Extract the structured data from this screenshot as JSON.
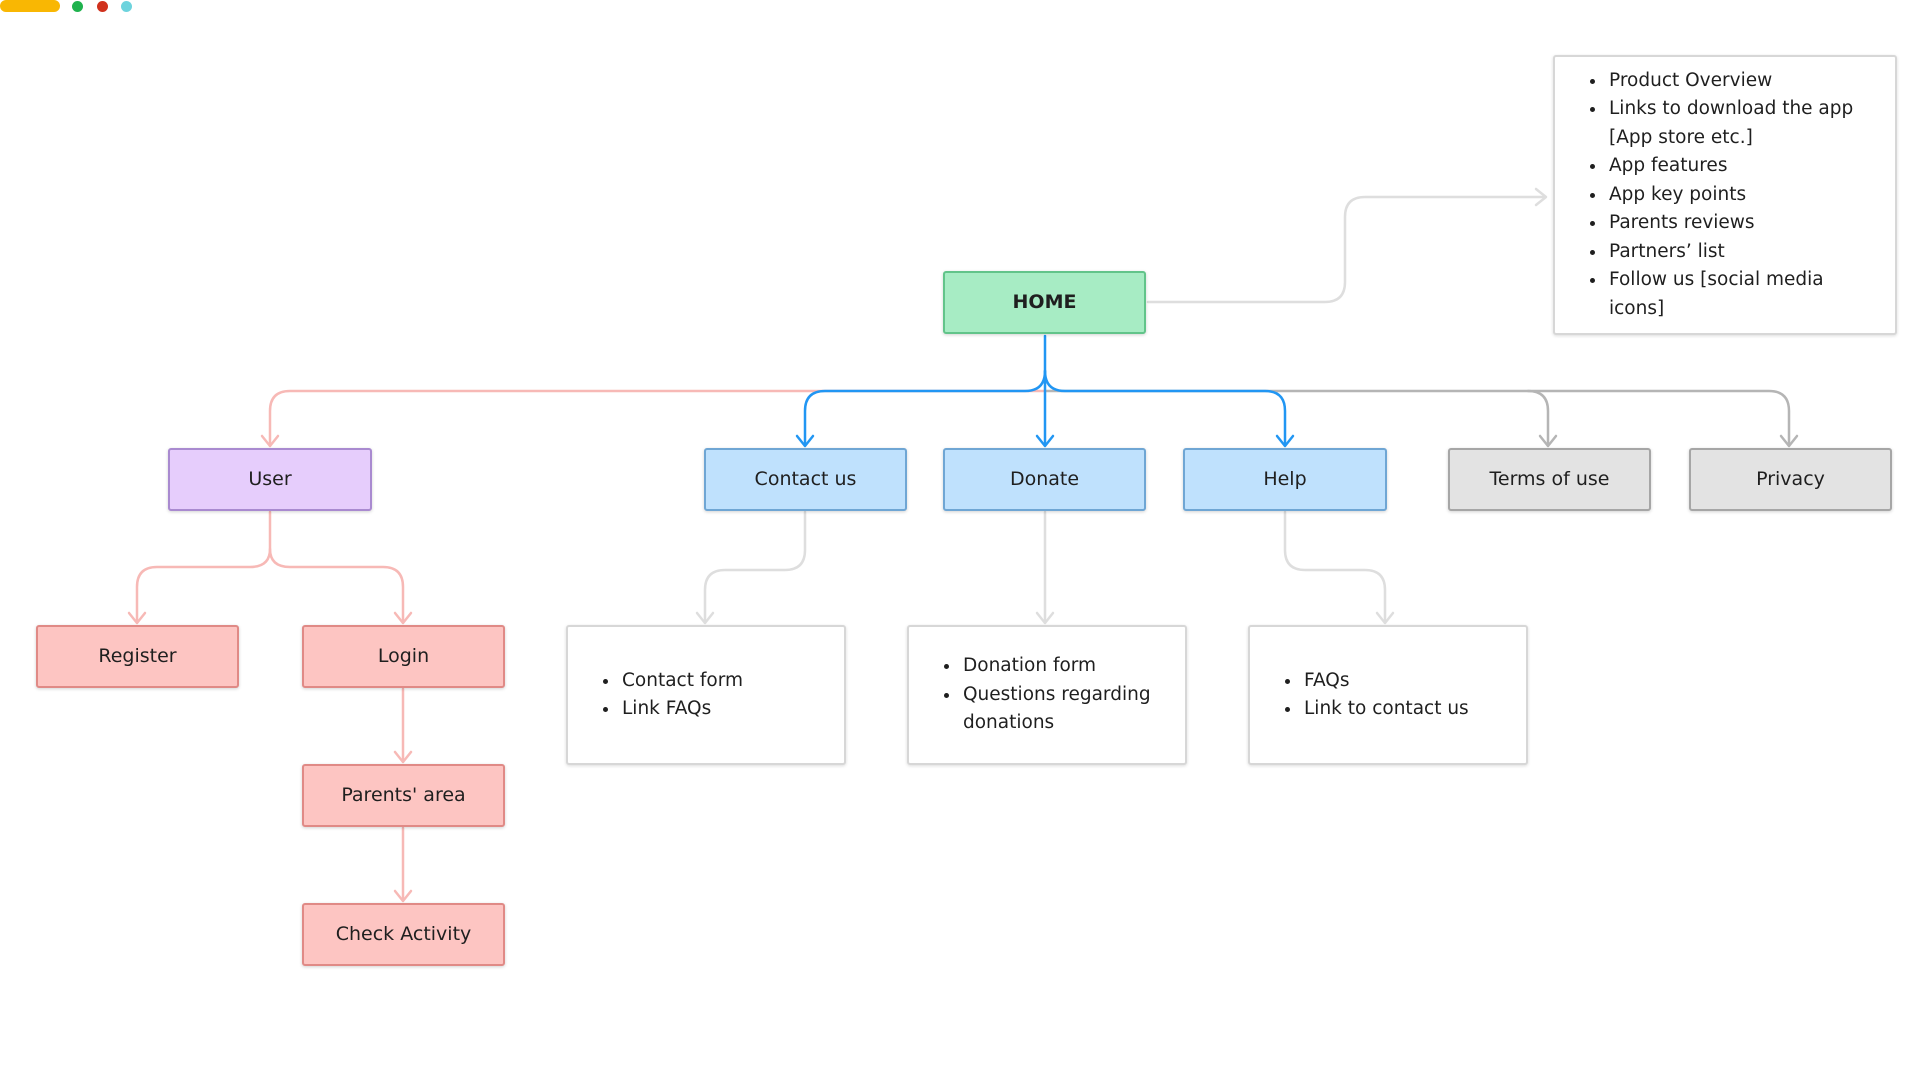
{
  "colors": {
    "home_fill": "#a7ecc4",
    "home_border": "#62c48a",
    "user_fill": "#e6cdfc",
    "user_border": "#a98ad0",
    "pink_fill": "#fdc5c2",
    "pink_border": "#e08a86",
    "pink_line": "#f7b9b6",
    "blue_fill": "#bfe1fd",
    "blue_border": "#6fa6d4",
    "blue_line": "#2196f3",
    "gray_fill": "#e3e3e3",
    "gray_border": "#a6a6a6",
    "gray_line": "#b5b5b5",
    "light_line": "#dedede",
    "topbar_pill": "#f9b703",
    "topbar_green": "#1fb24d",
    "topbar_red": "#d0311d",
    "topbar_cyan": "#6dd3dd"
  },
  "nodes": {
    "home": "HOME",
    "user": "User",
    "contact_us": "Contact us",
    "donate": "Donate",
    "help": "Help",
    "terms_of_use": "Terms of use",
    "privacy": "Privacy",
    "register": "Register",
    "login": "Login",
    "parents_area": "Parents' area",
    "check_activity": "Check Activity"
  },
  "notes": {
    "home": [
      "Product Overview",
      "Links to download the app [App store etc.]",
      "App features",
      "App key points",
      "Parents reviews",
      "Partners’ list",
      "Follow us [social media icons]"
    ],
    "contact_us": [
      "Contact form",
      "Link FAQs"
    ],
    "donate": [
      "Donation form",
      "Questions regarding donations"
    ],
    "help": [
      "FAQs",
      "Link to contact us"
    ]
  }
}
